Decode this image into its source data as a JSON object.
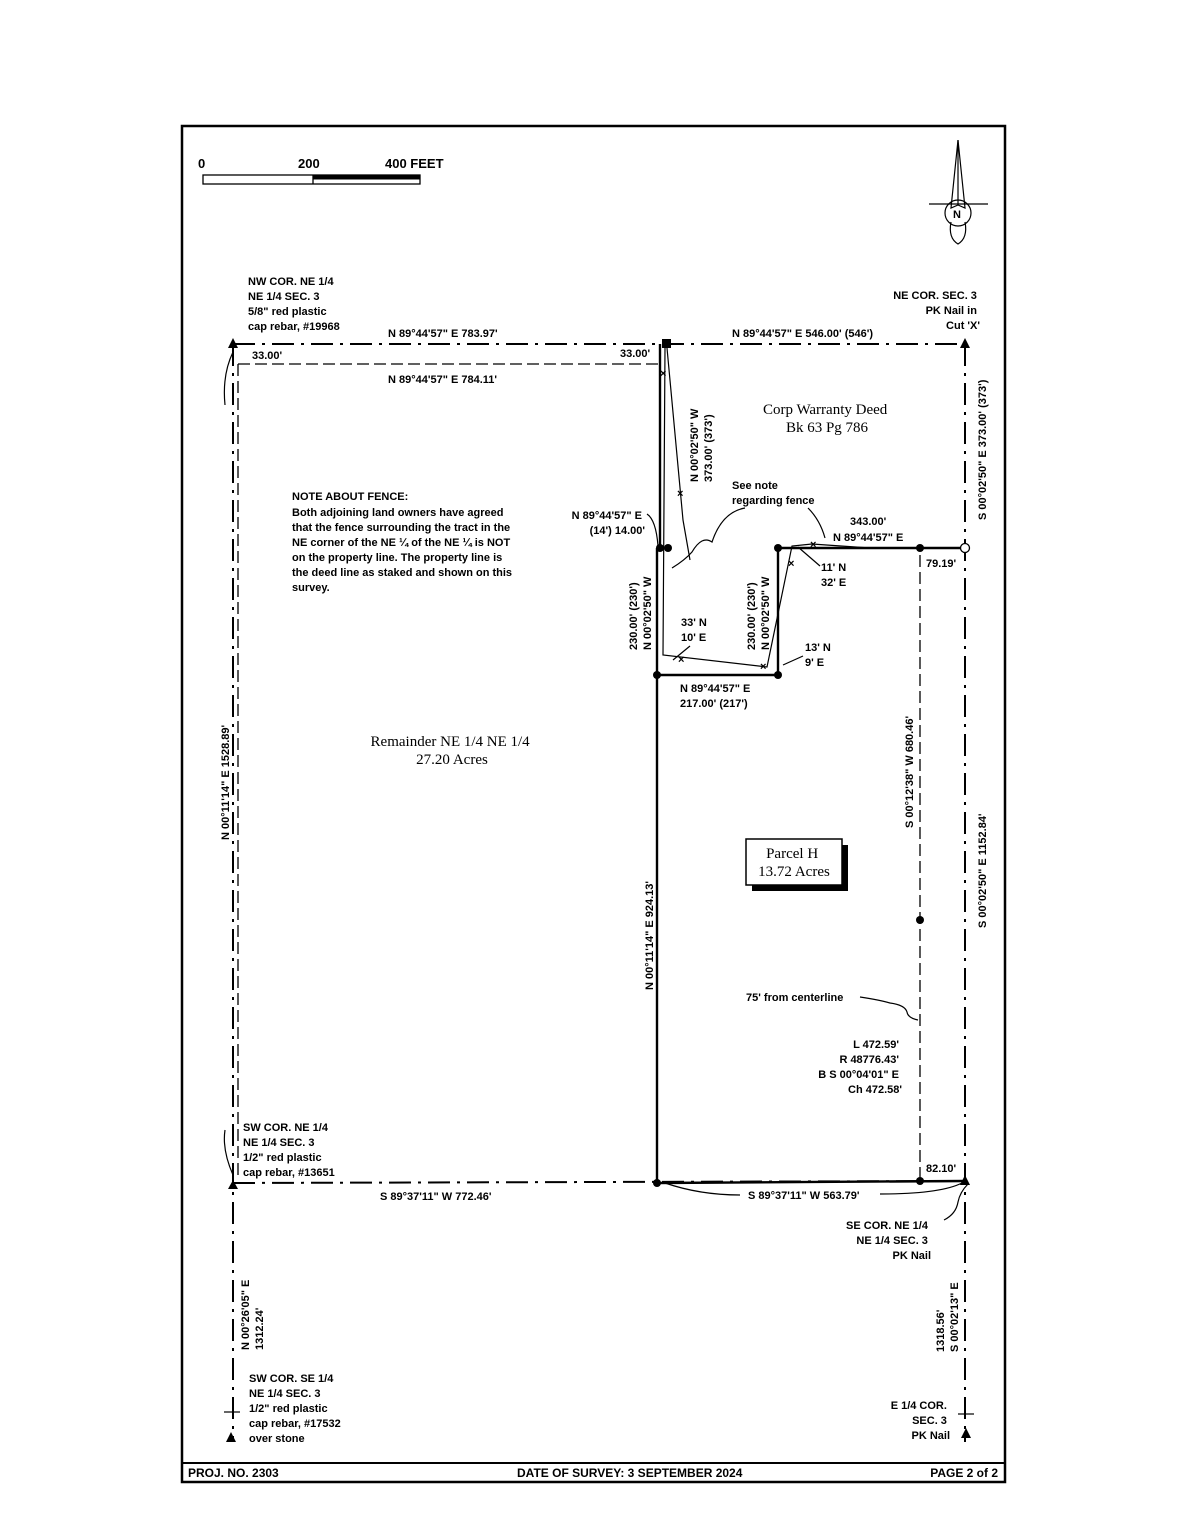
{
  "scale_bar": {
    "ticks": [
      "0",
      "200",
      "400 FEET"
    ]
  },
  "north_arrow": {
    "letter": "N"
  },
  "corners": {
    "nw": [
      "NW COR. NE 1/4",
      "NE 1/4 SEC. 3",
      "5/8\" red plastic",
      "cap rebar, #19968"
    ],
    "ne": [
      "NE COR. SEC. 3",
      "PK Nail in",
      "Cut 'X'"
    ],
    "sw": [
      "SW COR. NE 1/4",
      "NE 1/4 SEC. 3",
      "1/2\" red plastic",
      "cap rebar, #13651"
    ],
    "se": [
      "SE COR. NE 1/4",
      "NE 1/4 SEC. 3",
      "PK Nail"
    ],
    "sw_se": [
      "SW COR. SE 1/4",
      "NE 1/4 SEC. 3",
      "1/2\" red plastic",
      "cap rebar, #17532",
      "over stone"
    ],
    "e_quarter": [
      "E 1/4 COR.",
      "SEC. 3",
      "PK Nail"
    ]
  },
  "bearings": {
    "north_west": "N 89°44'57\" E  783.97'",
    "north_east": "N 89°44'57\" E  546.00' (546')",
    "north_inner": "N 89°44'57\" E  784.11'",
    "offset_w": "33.00'",
    "offset_e": "33.00'",
    "west_line": "N 00°11'14\" E  1528.89'",
    "parcel_west": "N 00°11'14\" E  924.13'",
    "east_line_top": "S 00°02'50\" E  373.00' (373')",
    "east_line_mid": "S 00°02'50\" E  1152.84'",
    "row_line": "S 00°12'38\" W  680.46'",
    "south_west": "S 89°37'11\" W  772.46'",
    "south_east": "S 89°37'11\" W  563.79'",
    "south_offset": "82.10'",
    "top_offset": "79.19'",
    "deed_west": [
      "N 00°02'50\" W",
      "373.00' (373')"
    ],
    "notch_top": [
      "N 89°44'57\" E",
      "(14') 14.00'"
    ],
    "notch_west": [
      "230.00' (230')",
      "N 00°02'50\" W"
    ],
    "notch_east": [
      "230.00' (230')",
      "N 00°02'50\" W"
    ],
    "notch_bottom": [
      "N 89°44'57\" E",
      "217.00' (217')"
    ],
    "notch_north": [
      "343.00'",
      "N 89°44'57\" E"
    ],
    "fence_1": [
      "33' N",
      "10' E"
    ],
    "fence_2": [
      "13' N",
      "9' E"
    ],
    "fence_3": [
      "11' N",
      "32' E"
    ],
    "bottom_w": [
      "N 00°26'05\" E",
      "1312.24'"
    ],
    "bottom_e": [
      "1318.56'",
      "S 00°02'13\" E"
    ]
  },
  "curve": [
    "L 472.59'",
    "R 48776.43'",
    "B S 00°04'01\" E",
    "Ch 472.58'"
  ],
  "centerline_note": "75' from centerline",
  "see_note": [
    "See note",
    "regarding fence"
  ],
  "fence_note": {
    "title": "NOTE ABOUT FENCE:",
    "lines": [
      "Both adjoining land owners have agreed",
      "that the fence surrounding the tract in the",
      "NE corner of the NE ¼ of the NE ¼ is NOT",
      "on the property line.  The property line is",
      "the deed line as staked and shown on this",
      "survey."
    ]
  },
  "deed": [
    "Corp Warranty Deed",
    "Bk 63 Pg 786"
  ],
  "remainder": [
    "Remainder NE 1/4 NE 1/4",
    "27.20 Acres"
  ],
  "parcel": [
    "Parcel H",
    "13.72 Acres"
  ],
  "footer": {
    "project": "PROJ. NO. 2303",
    "date": "DATE OF SURVEY:  3 SEPTEMBER 2024",
    "page": "PAGE 2 of 2"
  }
}
